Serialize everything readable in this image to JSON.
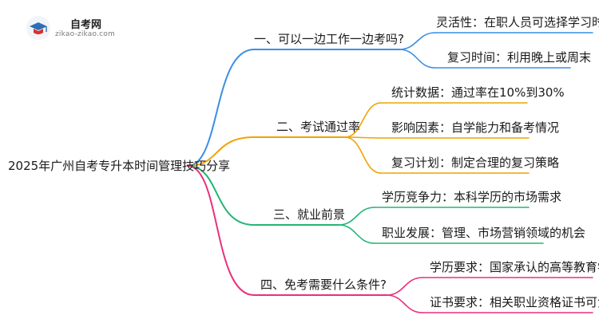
{
  "logo": {
    "name": "自考网",
    "url": "zikao-zikao.com",
    "colors": {
      "red": "#d9302c",
      "blue": "#2c6fb8"
    }
  },
  "root": {
    "label": "2025年广州自考专升本时间管理技巧分享"
  },
  "branches": [
    {
      "label": "一、可以一边工作一边考吗?",
      "color": "#3a8ee6",
      "children": [
        "灵活性：在职人员可选择学习时间",
        "复习时间：利用晚上或周末"
      ]
    },
    {
      "label": "二、考试通过率",
      "color": "#f0a400",
      "children": [
        "统计数据：通过率在10%到30%",
        "影响因素：自学能力和备考情况",
        "复习计划：制定合理的复习策略"
      ]
    },
    {
      "label": "三、就业前景",
      "color": "#22b573",
      "children": [
        "学历竞争力：本科学历的市场需求",
        "职业发展：管理、市场营销领域的机会"
      ]
    },
    {
      "label": "四、免考需要什么条件?",
      "color": "#e8317c",
      "children": [
        "学历要求：国家承认的高等教育学历",
        "证书要求：相关职业资格证书可免考"
      ]
    }
  ]
}
